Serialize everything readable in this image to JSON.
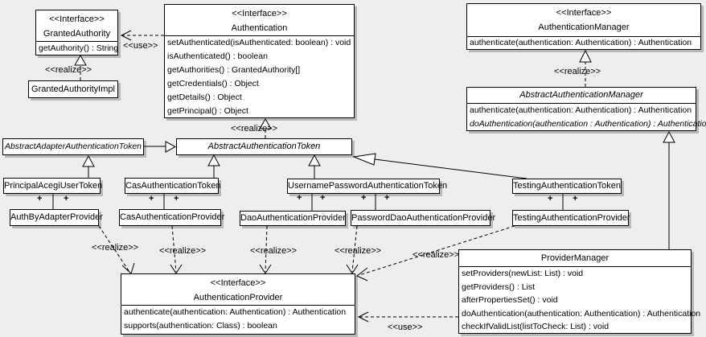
{
  "colors": {
    "background": "#eeeeee",
    "box_fill": "#ffffff",
    "line": "#000000",
    "shadow": "#b9b9b9"
  },
  "labels": {
    "use": "<<use>>",
    "realize": "<<realize>>"
  },
  "plus_marker": "+",
  "classes": {
    "granted_authority": {
      "stereotype": "<<Interface>>",
      "name": "GrantedAuthority",
      "methods": [
        "getAuthority() : String"
      ]
    },
    "granted_authority_impl": {
      "name": "GrantedAuthorityImpl"
    },
    "authentication": {
      "stereotype": "<<Interface>>",
      "name": "Authentication",
      "methods": [
        "setAuthenticated(isAuthenticated: boolean) : void",
        "isAuthenticated() : boolean",
        "getAuthorities() : GrantedAuthority[]",
        "getCredentials() : Object",
        "getDetails() : Object",
        "getPrincipal() : Object"
      ]
    },
    "authentication_manager": {
      "stereotype": "<<Interface>>",
      "name": "AuthenticationManager",
      "methods": [
        "authenticate(authentication: Authentication) : Authentication"
      ]
    },
    "abstract_authentication_manager": {
      "name": "AbstractAuthenticationManager",
      "methods": [
        "authenticate(authentication: Authentication) : Authentication",
        "doAuthentication(authentication : Authentication) : Authentication"
      ]
    },
    "abstract_adapter_authentication_token": {
      "name": "AbstractAdapterAuthenticationToken"
    },
    "abstract_authentication_token": {
      "name": "AbstractAuthenticationToken"
    },
    "principal_acegi_user_token": {
      "name": "PrincipalAcegiUserToken"
    },
    "cas_authentication_token": {
      "name": "CasAuthenticationToken"
    },
    "username_password_authentication_token": {
      "name": "UsernamePasswordAuthenticationToken"
    },
    "testing_authentication_token": {
      "name": "TestingAuthenticationToken"
    },
    "auth_by_adapter_provider": {
      "name": "AuthByAdapterProvider"
    },
    "cas_authentication_provider": {
      "name": "CasAuthenticationProvider"
    },
    "dao_authentication_provider": {
      "name": "DaoAuthenticationProvider"
    },
    "password_dao_authentication_provider": {
      "name": "PasswordDaoAuthenticationProvider"
    },
    "testing_authentication_provider": {
      "name": "TestingAuthenticationProvider"
    },
    "authentication_provider": {
      "stereotype": "<<Interface>>",
      "name": "AuthenticationProvider",
      "methods": [
        "authenticate(authentication: Authentication) : Authentication",
        "supports(authentication: Class) : boolean"
      ]
    },
    "provider_manager": {
      "name": "ProviderManager",
      "methods": [
        "setProviders(newList: List) : void",
        "getProviders() : List",
        "afterPropertiesSet() : void",
        "doAuthentication(authentication: Authentication) : Authentication",
        "checkIfValidList(listToCheck: List) : void"
      ]
    }
  }
}
